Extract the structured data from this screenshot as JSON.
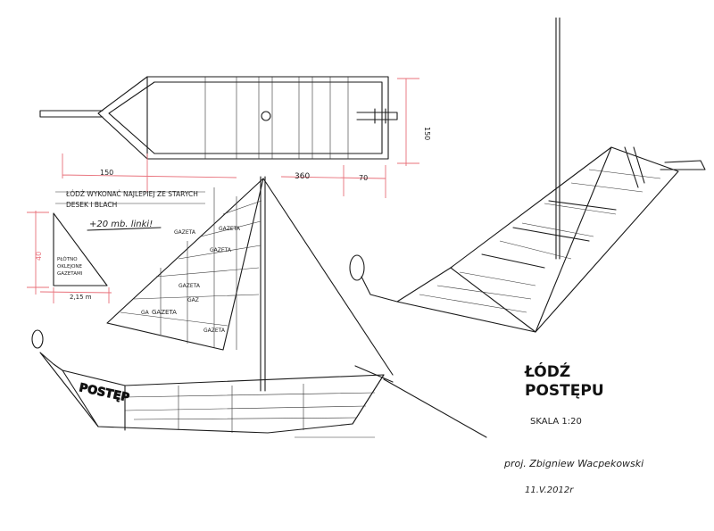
{
  "dimensions": {
    "bow_length": "150",
    "hull_length": "360",
    "stern_length": "70",
    "width": "150",
    "sail_height": "40",
    "sail_base": "2,15 m"
  },
  "notes": {
    "line1": "ŁÓDŹ WYKONAĆ NAJLEPIEJ ZE STARYCH",
    "line2": "DESEK I BLACH",
    "rope": "+20 mb. linki!"
  },
  "sail_note": {
    "line1": "PŁÓTNO",
    "line2": "OKLEJONE",
    "line3": "GAZETAMI"
  },
  "sail_labels": [
    "GAZETA",
    "GAZETA",
    "GAZETA",
    "GAZETA",
    "GA",
    "GAZ",
    "GAZETA",
    "GAZETA"
  ],
  "hull_label": "POSTĘP",
  "title": {
    "line1": "ŁÓDŹ",
    "line2": "POSTĘPU",
    "scale": "SKALA 1:20"
  },
  "signature": "proj. Zbigniew Wacpekowski",
  "date": "11.V.2012r",
  "colors": {
    "ink": "#1a1a1a",
    "dimension": "#e8707a"
  }
}
